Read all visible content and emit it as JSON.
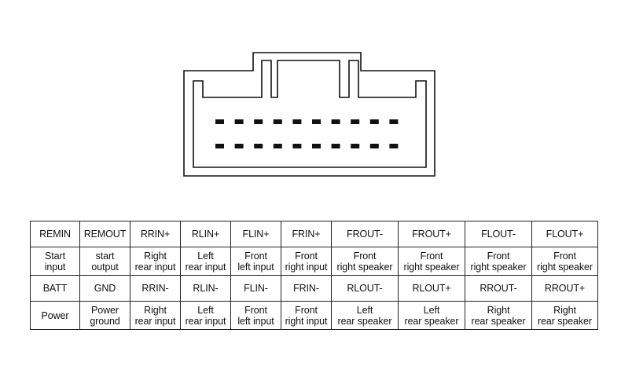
{
  "connector": {
    "top_row_pins": 10,
    "bottom_row_pins": 10
  },
  "pin_table": {
    "rows": [
      {
        "kind": "name",
        "cells": [
          "REMIN",
          "REMOUT",
          "RRIN+",
          "RLIN+",
          "FLIN+",
          "FRIN+",
          "FROUT-",
          "FROUT+",
          "FLOUT-",
          "FLOUT+"
        ]
      },
      {
        "kind": "desc",
        "cells": [
          [
            "Start",
            "input"
          ],
          [
            "start",
            "output"
          ],
          [
            "Right",
            "rear input"
          ],
          [
            "Left",
            "rear input"
          ],
          [
            "Front",
            "left input"
          ],
          [
            "Front",
            "right input"
          ],
          [
            "Front",
            "right speaker"
          ],
          [
            "Front",
            "right speaker"
          ],
          [
            "Front",
            "right speaker"
          ],
          [
            "Front",
            "right speaker"
          ]
        ]
      },
      {
        "kind": "name",
        "cells": [
          "BATT",
          "GND",
          "RRIN-",
          "RLIN-",
          "FLIN-",
          "FRIN-",
          "RLOUT-",
          "RLOUT+",
          "RROUT-",
          "RROUT+"
        ]
      },
      {
        "kind": "desc",
        "cells": [
          [
            "Power"
          ],
          [
            "Power",
            "ground"
          ],
          [
            "Right",
            "rear input"
          ],
          [
            "Left",
            "rear input"
          ],
          [
            "Front",
            "left input"
          ],
          [
            "Front",
            "right input"
          ],
          [
            "Left",
            "rear speaker"
          ],
          [
            "Left",
            "rear speaker"
          ],
          [
            "Right",
            "rear speaker"
          ],
          [
            "Right",
            "rear speaker"
          ]
        ]
      }
    ]
  }
}
